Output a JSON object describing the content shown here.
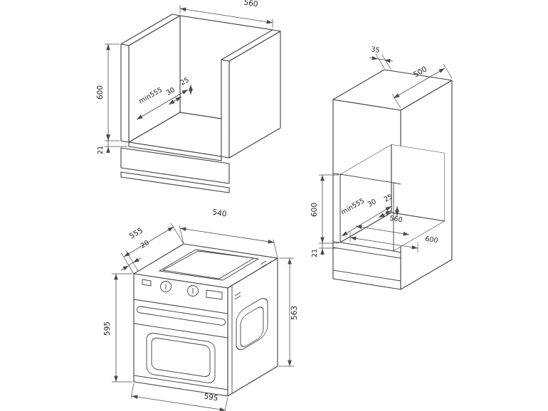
{
  "colors": {
    "line": "#3f3f3f",
    "dimension": "#4a4a4a",
    "label": "#222222",
    "background": "#ffffff"
  },
  "drawings": {
    "base_cabinet": {
      "dims": {
        "niche_width": "560",
        "niche_height": "600",
        "min_depth": "min555",
        "rear_gap_a": "30",
        "rear_gap_b": "25",
        "panel_thickness": "21"
      }
    },
    "tall_cabinet": {
      "dims": {
        "top_offset": "35",
        "top_depth": "500",
        "niche_height": "600",
        "min_depth": "min555",
        "rear_gap_a": "30",
        "rear_gap_b": "25",
        "niche_width": "560",
        "cabinet_width": "600",
        "panel_thickness": "21"
      }
    },
    "oven": {
      "dims": {
        "body_width": "540",
        "depth": "555",
        "front_frame_depth": "20",
        "body_height": "563",
        "height": "595",
        "width": "595"
      }
    }
  }
}
